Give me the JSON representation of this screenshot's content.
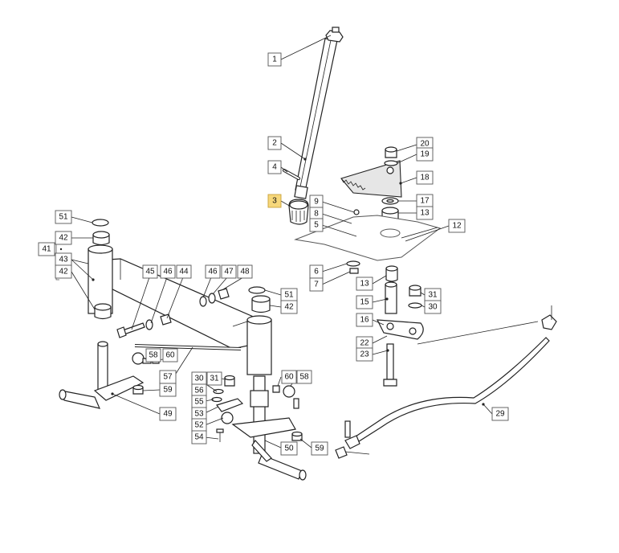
{
  "diagram": {
    "highlight_color": "#f6d77a",
    "callouts": [
      {
        "id": "c1",
        "label": "1",
        "highlighted": false
      },
      {
        "id": "c2",
        "label": "2",
        "highlighted": false
      },
      {
        "id": "c4",
        "label": "4",
        "highlighted": false
      },
      {
        "id": "c3",
        "label": "3",
        "highlighted": true
      },
      {
        "id": "c20",
        "label": "20",
        "highlighted": false
      },
      {
        "id": "c19",
        "label": "19",
        "highlighted": false
      },
      {
        "id": "c18",
        "label": "18",
        "highlighted": false
      },
      {
        "id": "c17",
        "label": "17",
        "highlighted": false
      },
      {
        "id": "c13a",
        "label": "13",
        "highlighted": false
      },
      {
        "id": "c9",
        "label": "9",
        "highlighted": false
      },
      {
        "id": "c8",
        "label": "8",
        "highlighted": false
      },
      {
        "id": "c5",
        "label": "5",
        "highlighted": false
      },
      {
        "id": "c12",
        "label": "12",
        "highlighted": false
      },
      {
        "id": "c6",
        "label": "6",
        "highlighted": false
      },
      {
        "id": "c7",
        "label": "7",
        "highlighted": false
      },
      {
        "id": "c13b",
        "label": "13",
        "highlighted": false
      },
      {
        "id": "c15",
        "label": "15",
        "highlighted": false
      },
      {
        "id": "c31a",
        "label": "31",
        "highlighted": false
      },
      {
        "id": "c30a",
        "label": "30",
        "highlighted": false
      },
      {
        "id": "c16",
        "label": "16",
        "highlighted": false
      },
      {
        "id": "c22",
        "label": "22",
        "highlighted": false
      },
      {
        "id": "c23",
        "label": "23",
        "highlighted": false
      },
      {
        "id": "c29",
        "label": "29",
        "highlighted": false
      },
      {
        "id": "c51a",
        "label": "51",
        "highlighted": false
      },
      {
        "id": "c41",
        "label": "41",
        "highlighted": false
      },
      {
        "id": "c42a",
        "label": "42",
        "highlighted": false
      },
      {
        "id": "c43",
        "label": "43",
        "highlighted": false
      },
      {
        "id": "c42b",
        "label": "42",
        "highlighted": false
      },
      {
        "id": "c45",
        "label": "45",
        "highlighted": false
      },
      {
        "id": "c46a",
        "label": "46",
        "highlighted": false
      },
      {
        "id": "c44",
        "label": "44",
        "highlighted": false
      },
      {
        "id": "c46b",
        "label": "46",
        "highlighted": false
      },
      {
        "id": "c47",
        "label": "47",
        "highlighted": false
      },
      {
        "id": "c48",
        "label": "48",
        "highlighted": false
      },
      {
        "id": "c51b",
        "label": "51",
        "highlighted": false
      },
      {
        "id": "c42c",
        "label": "42",
        "highlighted": false
      },
      {
        "id": "c58a",
        "label": "58",
        "highlighted": false
      },
      {
        "id": "c60a",
        "label": "60",
        "highlighted": false
      },
      {
        "id": "c57",
        "label": "57",
        "highlighted": false
      },
      {
        "id": "c59a",
        "label": "59",
        "highlighted": false
      },
      {
        "id": "c49",
        "label": "49",
        "highlighted": false
      },
      {
        "id": "c30b",
        "label": "30",
        "highlighted": false
      },
      {
        "id": "c31b",
        "label": "31",
        "highlighted": false
      },
      {
        "id": "c56",
        "label": "56",
        "highlighted": false
      },
      {
        "id": "c55",
        "label": "55",
        "highlighted": false
      },
      {
        "id": "c53",
        "label": "53",
        "highlighted": false
      },
      {
        "id": "c52",
        "label": "52",
        "highlighted": false
      },
      {
        "id": "c54",
        "label": "54",
        "highlighted": false
      },
      {
        "id": "c60b",
        "label": "60",
        "highlighted": false
      },
      {
        "id": "c58b",
        "label": "58",
        "highlighted": false
      },
      {
        "id": "c50",
        "label": "50",
        "highlighted": false
      },
      {
        "id": "c59b",
        "label": "59",
        "highlighted": false
      }
    ]
  }
}
